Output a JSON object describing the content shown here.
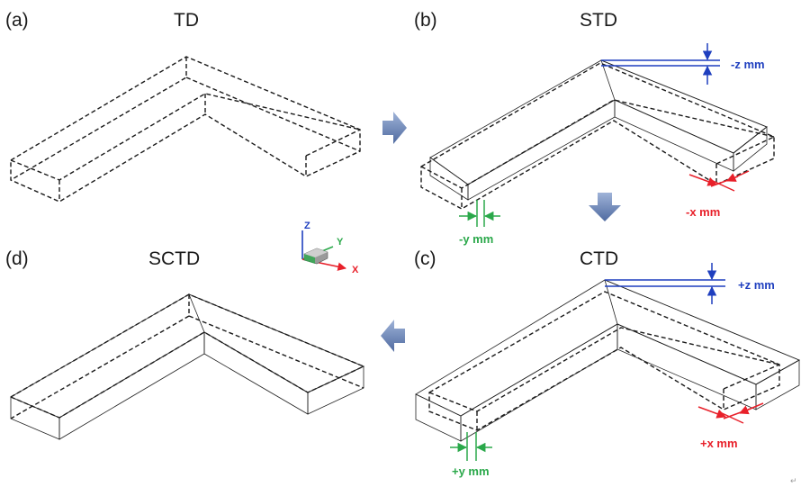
{
  "panels": {
    "a": {
      "label": "(a)",
      "title": "TD"
    },
    "b": {
      "label": "(b)",
      "title": "STD"
    },
    "c": {
      "label": "(c)",
      "title": "CTD"
    },
    "d": {
      "label": "(d)",
      "title": "SCTD"
    }
  },
  "dimensions": {
    "b_z": "-z mm",
    "b_x": "-x mm",
    "b_y": "-y mm",
    "c_z": "+z mm",
    "c_x": "+x mm",
    "c_y": "+y mm"
  },
  "axes": {
    "z": "Z",
    "y": "Y",
    "x": "X"
  },
  "footnote": "↵",
  "colors": {
    "x_axis": "#e8202a",
    "y_axis": "#2aa84a",
    "z_axis": "#1f3fbf",
    "arrow": "#6f86b4"
  }
}
